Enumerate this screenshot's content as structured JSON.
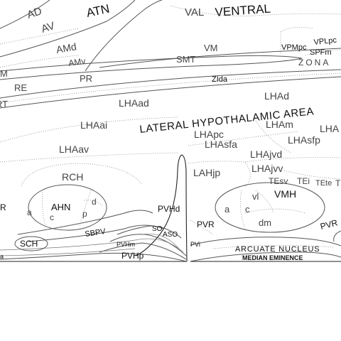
{
  "labels": {
    "ad": "AD",
    "atn": "ATN",
    "av": "AV",
    "amd": "AMd",
    "amv": "AMv",
    "val": "VAL",
    "ventral": "VENTRAL",
    "vm": "VM",
    "vpmpc": "VPMpc",
    "vplpc": "VPLpc",
    "spfm": "SPFm",
    "zona": "ZONA",
    "m_edge": "M",
    "smt": "SMT",
    "re": "RE",
    "pr": "PR",
    "zida": "ZIda",
    "rt": "RT",
    "lhad": "LHAd",
    "lhaad": "LHAad",
    "lha_title": "LATERAL HYPOTHALAMIC AREA",
    "lhaai": "LHAai",
    "lhapc": "LHApc",
    "lham": "LHAm",
    "lha_edge": "LHA",
    "lhasfa": "LHAsfa",
    "lhasfp": "LHAsfp",
    "lhaav": "LHAav",
    "lhajvd": "LHAjvd",
    "lahjp": "LAHjp",
    "lhajvv": "LHAjvv",
    "rch": "RCH",
    "tesv": "TEsv",
    "tei": "TEi",
    "tete": "TEte",
    "t_edge": "T",
    "vl": "vl",
    "vmh": "VMH",
    "r_edge": "R",
    "ahn": "AHN",
    "ahn_d": "d",
    "pvhd": "PVHd",
    "ahn_a": "a",
    "ahn_c": "c",
    "ahn_p": "p",
    "vmh_a": "a",
    "vmh_c": "c",
    "vmh_dm": "dm",
    "pvr_left": "PVR",
    "pvr_right": "PVR",
    "so": "SO",
    "sbpv": "SBPV",
    "aso": "ASO",
    "sch": "SCH",
    "pvhm": "PVHm",
    "pvi": "PVi",
    "arcuate": "ARCUATE NUCLEUS",
    "pvhp": "PVHp",
    "a_edge": "a",
    "median": "MEDIAN EMINENCE"
  },
  "colors": {
    "background": "#ffffff",
    "label_gray": "#444444",
    "label_dark": "#111111",
    "line": "#555555"
  }
}
